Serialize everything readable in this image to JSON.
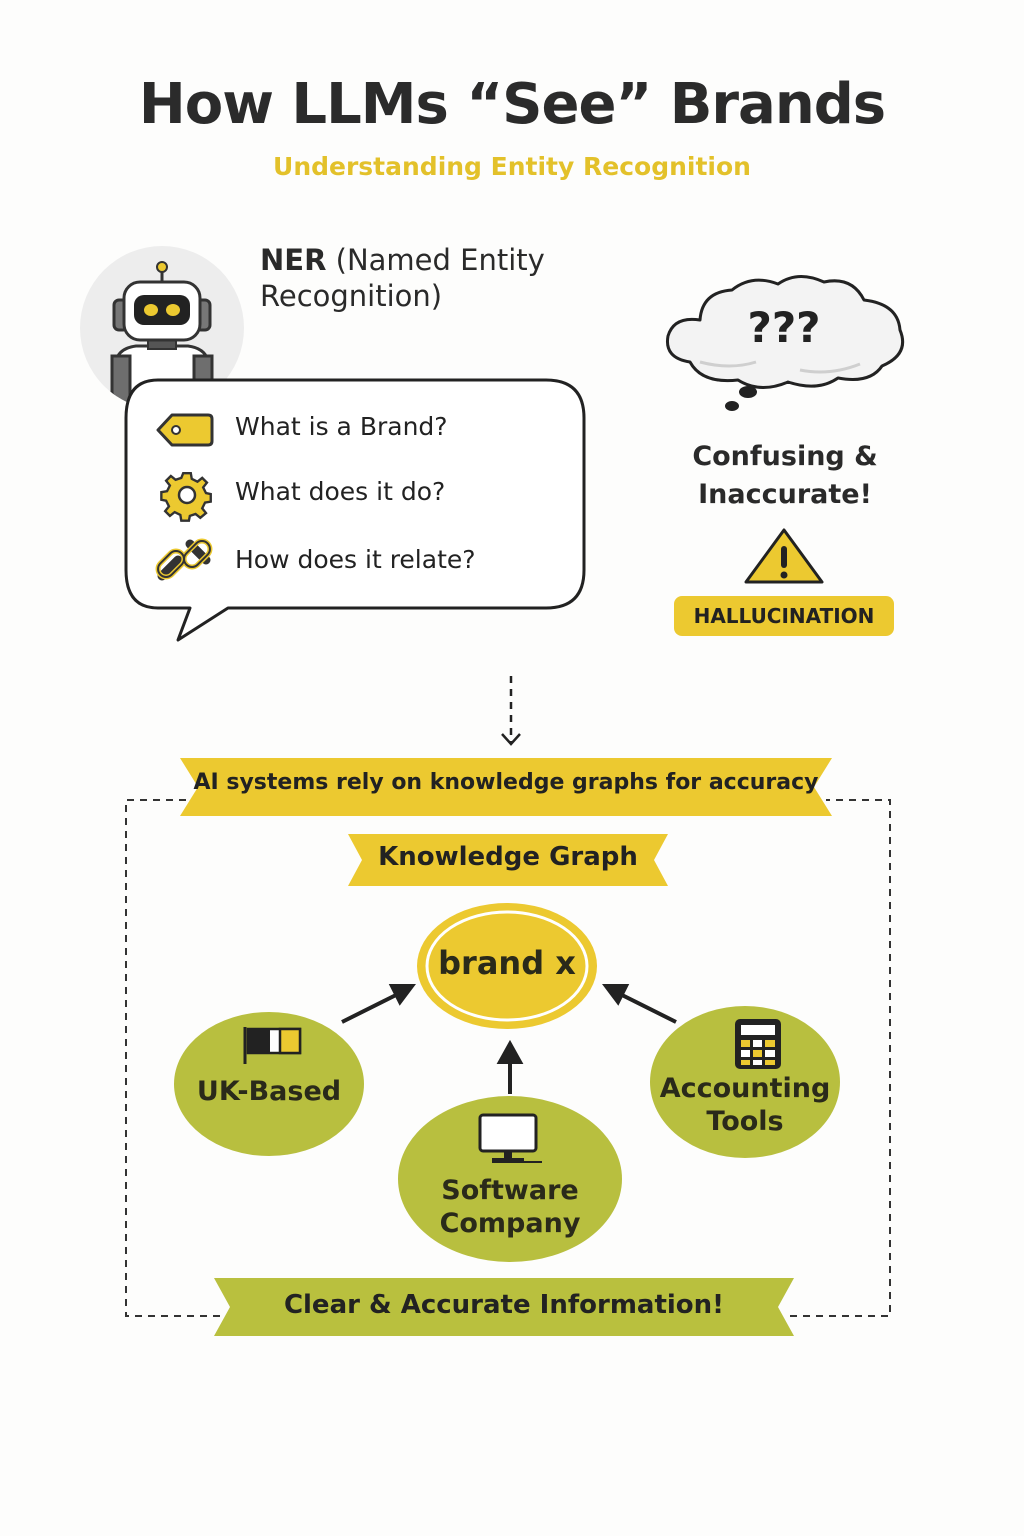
{
  "header": {
    "title": "How LLMs “See” Brands",
    "subtitle": "Understanding Entity Recognition"
  },
  "ner": {
    "acronym": "NER",
    "expansion_line1": "(Named Entity",
    "expansion_line2": "Recognition)"
  },
  "questions": [
    {
      "icon": "tag-icon",
      "text": "What is a Brand?"
    },
    {
      "icon": "gear-icon",
      "text": "What does it do?"
    },
    {
      "icon": "chain-link-icon",
      "text": "How does it relate?"
    }
  ],
  "confusion": {
    "cloud_text": "???",
    "line1": "Confusing &",
    "line2": "Inaccurate!",
    "badge": "HALLUCINATION"
  },
  "knowledge": {
    "top_ribbon": "AI systems rely on knowledge graphs for accuracy",
    "graph_label": "Knowledge Graph",
    "center_node": "brand x",
    "nodes": [
      {
        "icon": "flag-icon",
        "lines": [
          "UK-Based"
        ]
      },
      {
        "icon": "monitor-icon",
        "lines": [
          "Software",
          "Company"
        ]
      },
      {
        "icon": "calculator-icon",
        "lines": [
          "Accounting",
          "Tools"
        ]
      }
    ],
    "bottom_ribbon": "Clear & Accurate Information!"
  },
  "colors": {
    "accent_yellow": "#ecc930",
    "node_green": "#b8bf3f",
    "ribbon_green": "#b9c03e",
    "text_dark": "#2b2b2b"
  }
}
